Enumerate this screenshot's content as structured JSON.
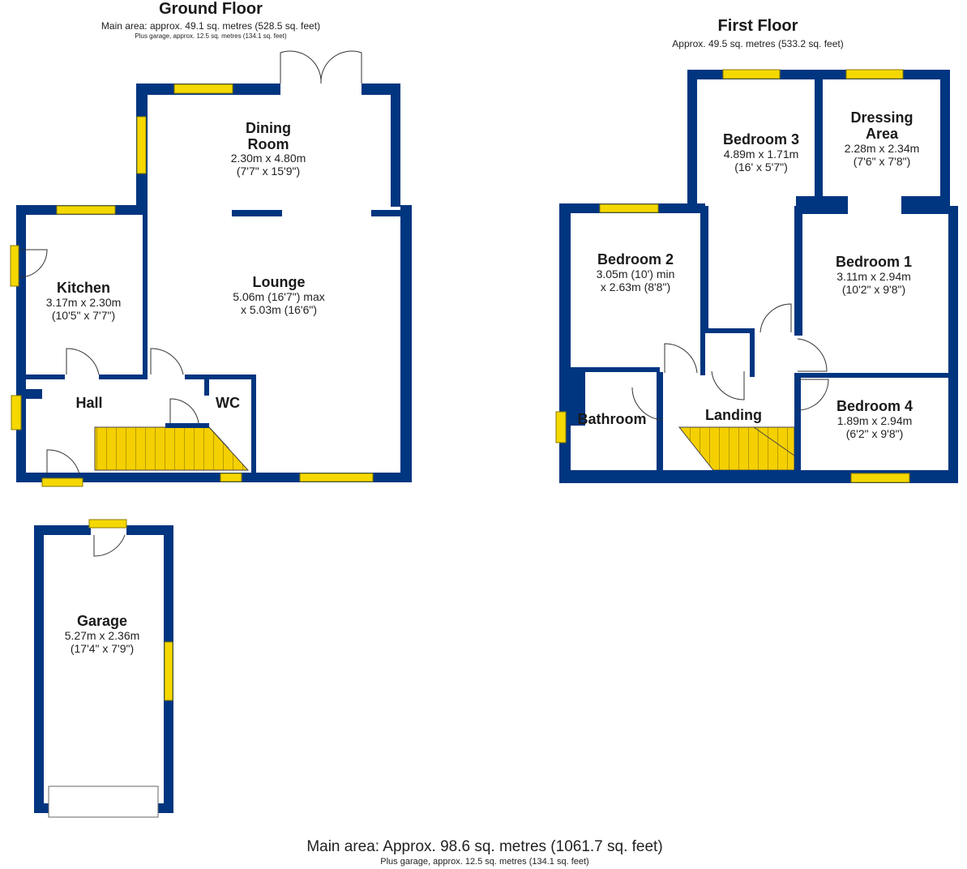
{
  "ground_floor": {
    "title": "Ground Floor",
    "main_area": "Main area: approx. 49.1 sq. metres (528.5 sq. feet)",
    "garage_note": "Plus garage, approx. 12.5 sq. metres (134.1 sq. feet)",
    "rooms": {
      "dining": {
        "name_1": "Dining",
        "name_2": "Room",
        "dim_1": "2.30m x 4.80m",
        "dim_2": "(7'7\" x 15'9\")"
      },
      "kitchen": {
        "name": "Kitchen",
        "dim_1": "3.17m x 2.30m",
        "dim_2": "(10'5\" x 7'7\")"
      },
      "lounge": {
        "name": "Lounge",
        "dim_1": "5.06m (16'7\") max",
        "dim_2": "x 5.03m (16'6\")"
      },
      "hall": {
        "name": "Hall"
      },
      "wc": {
        "name": "WC"
      },
      "garage": {
        "name": "Garage",
        "dim_1": "5.27m x 2.36m",
        "dim_2": "(17'4\" x 7'9\")"
      }
    }
  },
  "first_floor": {
    "title": "First Floor",
    "area": "Approx. 49.5 sq. metres (533.2 sq. feet)",
    "rooms": {
      "bedroom3": {
        "name": "Bedroom 3",
        "dim_1": "4.89m x 1.71m",
        "dim_2": "(16' x 5'7\")"
      },
      "dressing": {
        "name_1": "Dressing",
        "name_2": "Area",
        "dim_1": "2.28m x 2.34m",
        "dim_2": "(7'6\" x 7'8\")"
      },
      "bedroom2": {
        "name": "Bedroom 2",
        "dim_1": "3.05m (10') min",
        "dim_2": "x 2.63m (8'8\")"
      },
      "bedroom1": {
        "name": "Bedroom 1",
        "dim_1": "3.11m x 2.94m",
        "dim_2": "(10'2\" x 9'8\")"
      },
      "bathroom": {
        "name": "Bathroom"
      },
      "landing": {
        "name": "Landing"
      },
      "bedroom4": {
        "name": "Bedroom 4",
        "dim_1": "1.89m x 2.94m",
        "dim_2": "(6'2\" x 9'8\")"
      }
    }
  },
  "footer": {
    "main": "Main area: Approx. 98.6 sq. metres (1061.7 sq. feet)",
    "sub": "Plus garage, approx. 12.5 sq. metres (134.1 sq. feet)"
  },
  "colors": {
    "wall": "#003580",
    "window": "#f5d800",
    "stairs": "#f5d000",
    "background": "#ffffff"
  }
}
